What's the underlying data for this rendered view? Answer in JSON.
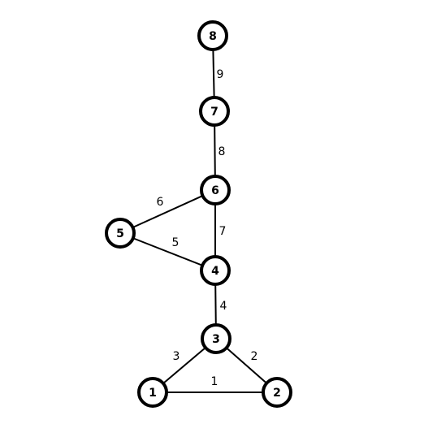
{
  "graph": {
    "colors": {
      "stroke": "#000000",
      "node_fill": "#ffffff",
      "text": "#000000"
    },
    "nodes": [
      {
        "id": "1",
        "label": "1"
      },
      {
        "id": "2",
        "label": "2"
      },
      {
        "id": "3",
        "label": "3"
      },
      {
        "id": "4",
        "label": "4"
      },
      {
        "id": "5",
        "label": "5"
      },
      {
        "id": "6",
        "label": "6"
      },
      {
        "id": "7",
        "label": "7"
      },
      {
        "id": "8",
        "label": "8"
      }
    ],
    "edges": [
      {
        "from": "1",
        "to": "2",
        "label": "1"
      },
      {
        "from": "3",
        "to": "2",
        "label": "2"
      },
      {
        "from": "3",
        "to": "1",
        "label": "3"
      },
      {
        "from": "4",
        "to": "3",
        "label": "4"
      },
      {
        "from": "5",
        "to": "4",
        "label": "5"
      },
      {
        "from": "6",
        "to": "5",
        "label": "6"
      },
      {
        "from": "6",
        "to": "4",
        "label": "7"
      },
      {
        "from": "7",
        "to": "6",
        "label": "8"
      },
      {
        "from": "8",
        "to": "7",
        "label": "9"
      }
    ]
  }
}
